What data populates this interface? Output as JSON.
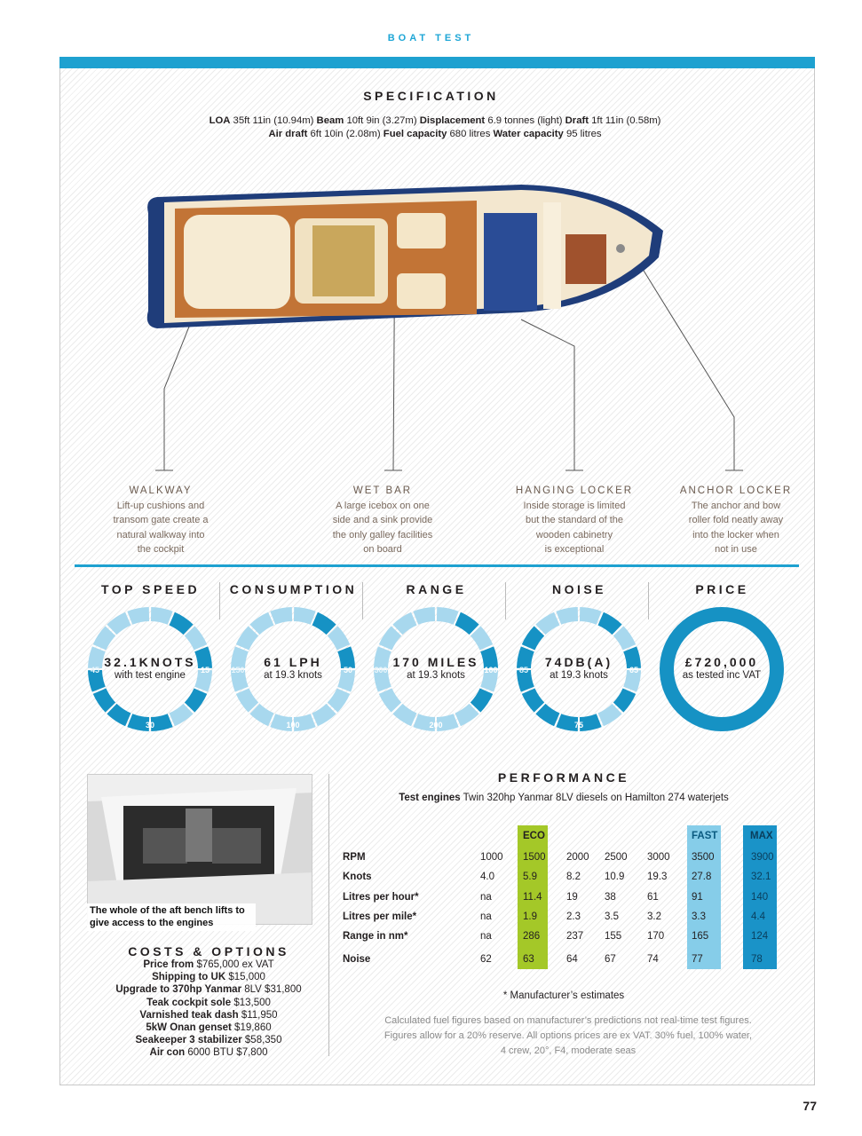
{
  "header": {
    "section": "BOAT TEST"
  },
  "specification": {
    "title": "SPECIFICATION",
    "line1": [
      {
        "k": "LOA",
        "v": " 35ft 11in (10.94m) "
      },
      {
        "k": "Beam",
        "v": " 10ft 9in (3.27m) "
      },
      {
        "k": "Displacement",
        "v": " 6.9 tonnes (light) "
      },
      {
        "k": "Draft",
        "v": " 1ft 11in (0.58m)"
      }
    ],
    "line2": [
      {
        "k": "Air draft",
        "v": " 6ft 10in (2.08m) "
      },
      {
        "k": "Fuel capacity",
        "v": " 680 litres "
      },
      {
        "k": "Water capacity",
        "v": " 95 litres"
      }
    ]
  },
  "callouts": [
    {
      "title": "WALKWAY",
      "text": [
        "Lift-up cushions and",
        "transom gate create a",
        "natural walkway into",
        "the cockpit"
      ]
    },
    {
      "title": "WET BAR",
      "text": [
        "A large icebox on one",
        "side and a sink provide",
        "the only galley facilities",
        "on board"
      ]
    },
    {
      "title": "HANGING LOCKER",
      "text": [
        "Inside storage is limited",
        "but the standard of the",
        "wooden cabinetry",
        "is exceptional"
      ]
    },
    {
      "title": "ANCHOR LOCKER",
      "text": [
        "The anchor and bow",
        "roller fold neatly away",
        "into the locker when",
        "not in use"
      ]
    }
  ],
  "stats": [
    {
      "title": "TOP SPEED",
      "value": "32.1KNOTS",
      "sub": "with test engine",
      "ticks": {
        "left": "45",
        "right": "15",
        "bottom": "30"
      },
      "fill": 0.713
    },
    {
      "title": "CONSUMPTION",
      "value": "61 LPH",
      "sub": "at 19.3 knots",
      "ticks": {
        "left": "150",
        "right": "50",
        "bottom": "100"
      },
      "fill": 0.305
    },
    {
      "title": "RANGE",
      "value": "170 MILES",
      "sub": "at 19.3 knots",
      "ticks": {
        "left": "300",
        "right": "100",
        "bottom": "200"
      },
      "fill": 0.425
    },
    {
      "title": "NOISE",
      "value": "74DB(A)",
      "sub": "at 19.3 knots",
      "ticks": {
        "left": "85",
        "right": "65",
        "bottom": "75"
      },
      "fill": 0.87
    },
    {
      "title": "PRICE",
      "value": "£720,000",
      "sub": "as tested inc VAT",
      "ticks": {
        "left": "",
        "right": "",
        "bottom": ""
      },
      "fill": 1
    }
  ],
  "photo": {
    "caption": "The whole of the aft bench lifts to give access to the engines"
  },
  "costs": {
    "title": "COSTS & OPTIONS",
    "items": [
      {
        "k": "Price from",
        "v": " $765,000 ex VAT"
      },
      {
        "k": "Shipping to UK",
        "v": " $15,000"
      },
      {
        "k": "Upgrade to 370hp Yanmar",
        "v": " 8LV $31,800"
      },
      {
        "k": "Teak cockpit sole",
        "v": " $13,500"
      },
      {
        "k": "Varnished teak dash",
        "v": " $11,950"
      },
      {
        "k": "5kW Onan genset",
        "v": " $19,860"
      },
      {
        "k": "Seakeeper 3 stabilizer",
        "v": " $58,350"
      },
      {
        "k": "Air con",
        "v": " 6000 BTU $7,800"
      }
    ]
  },
  "performance": {
    "title": "PERFORMANCE",
    "engines_label": "Test engines",
    "engines": " Twin 320hp Yanmar 8LV diesels on Hamilton 274 waterjets",
    "col_labels": {
      "eco": "ECO",
      "fast": "FAST",
      "max": "MAX"
    },
    "rows": [
      {
        "label": "RPM",
        "values": [
          "1000",
          "1500",
          "2000",
          "2500",
          "3000",
          "3500",
          "3900"
        ]
      },
      {
        "label": "Knots",
        "values": [
          "4.0",
          "5.9",
          "8.2",
          "10.9",
          "19.3",
          "27.8",
          "32.1"
        ]
      },
      {
        "label": "Litres per hour*",
        "values": [
          "na",
          "11.4",
          "19",
          "38",
          "61",
          "91",
          "140"
        ]
      },
      {
        "label": "Litres per mile*",
        "values": [
          "na",
          "1.9",
          "2.3",
          "3.5",
          "3.2",
          "3.3",
          "4.4"
        ]
      },
      {
        "label": "Range in nm*",
        "values": [
          "na",
          "286",
          "237",
          "155",
          "170",
          "165",
          "124"
        ]
      },
      {
        "label": "Noise",
        "values": [
          "62",
          "63",
          "64",
          "67",
          "74",
          "77",
          "78"
        ]
      }
    ],
    "note": "* Manufacturer’s estimates",
    "footnote": [
      "Calculated fuel figures based on manufacturer’s predictions not real-time test figures.",
      "Figures allow for a 20% reserve. All options prices are ex VAT. 30% fuel, 100% water,",
      "4 crew, 20°, F4, moderate seas"
    ]
  },
  "page_number": "77",
  "colors": {
    "accent": "#1ea1d0",
    "gauge_light": "#a8d8ee",
    "gauge_dark": "#1692c4",
    "eco": "#a4c828",
    "fast": "#86cde9",
    "max": "#1a93c8"
  }
}
